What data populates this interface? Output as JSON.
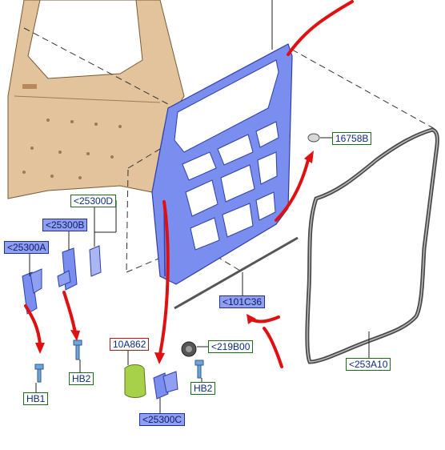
{
  "labels": {
    "c_25300A": "<25300A",
    "c_25300B": "<25300B",
    "c_25300D": "<25300D",
    "c_25300C": "<25300C",
    "c_16758B": "16758B",
    "c_101C36": "<101C36",
    "c_10A862": "10A862",
    "c_219B00": "<219B00",
    "c_253A10": "<253A10",
    "c_HB1": "HB1",
    "c_HB2a": "HB2",
    "c_HB2b": "HB2"
  },
  "colors": {
    "door_frame": "#7a8ef0",
    "door_frame_edge": "#2f3fa8",
    "door_skin": "#e3c39c",
    "seal": "#4a4a4a",
    "arrow": "#e01010",
    "trim": "#a8d14a",
    "leader": "#222222",
    "bolt": "#6fa6d8"
  }
}
